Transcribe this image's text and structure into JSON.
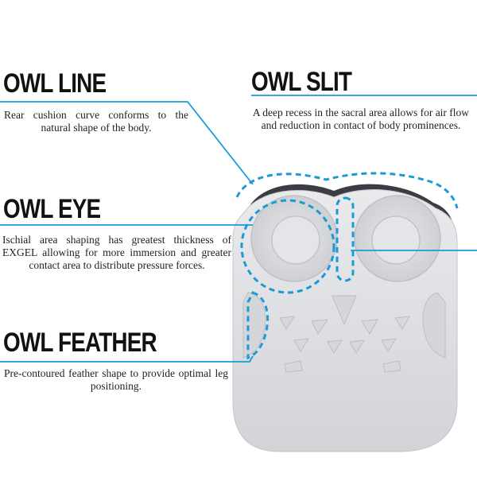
{
  "owl_line": {
    "title": "OWL LINE",
    "description": "Rear cushion curve conforms to the natural shape of the body."
  },
  "owl_slit": {
    "title": "OWL SLIT",
    "description": "A deep recess in the sacral area allows for air flow and reduction in contact of body prominences."
  },
  "owl_eye": {
    "title": "OWL EYE",
    "description": "Ischial area shaping has greatest thickness of EXGEL allowing for more immersion and greater contact area to distribute pressure forces."
  },
  "owl_feather": {
    "title": "OWL FEATHER",
    "description": "Pre-contoured feather shape to provide optimal leg positioning."
  },
  "colors": {
    "callout_line": "#1b9ad6",
    "cushion": "#dfe0e3",
    "cushion_shadow": "#b9bbc0",
    "text": "#1f1f1f"
  }
}
